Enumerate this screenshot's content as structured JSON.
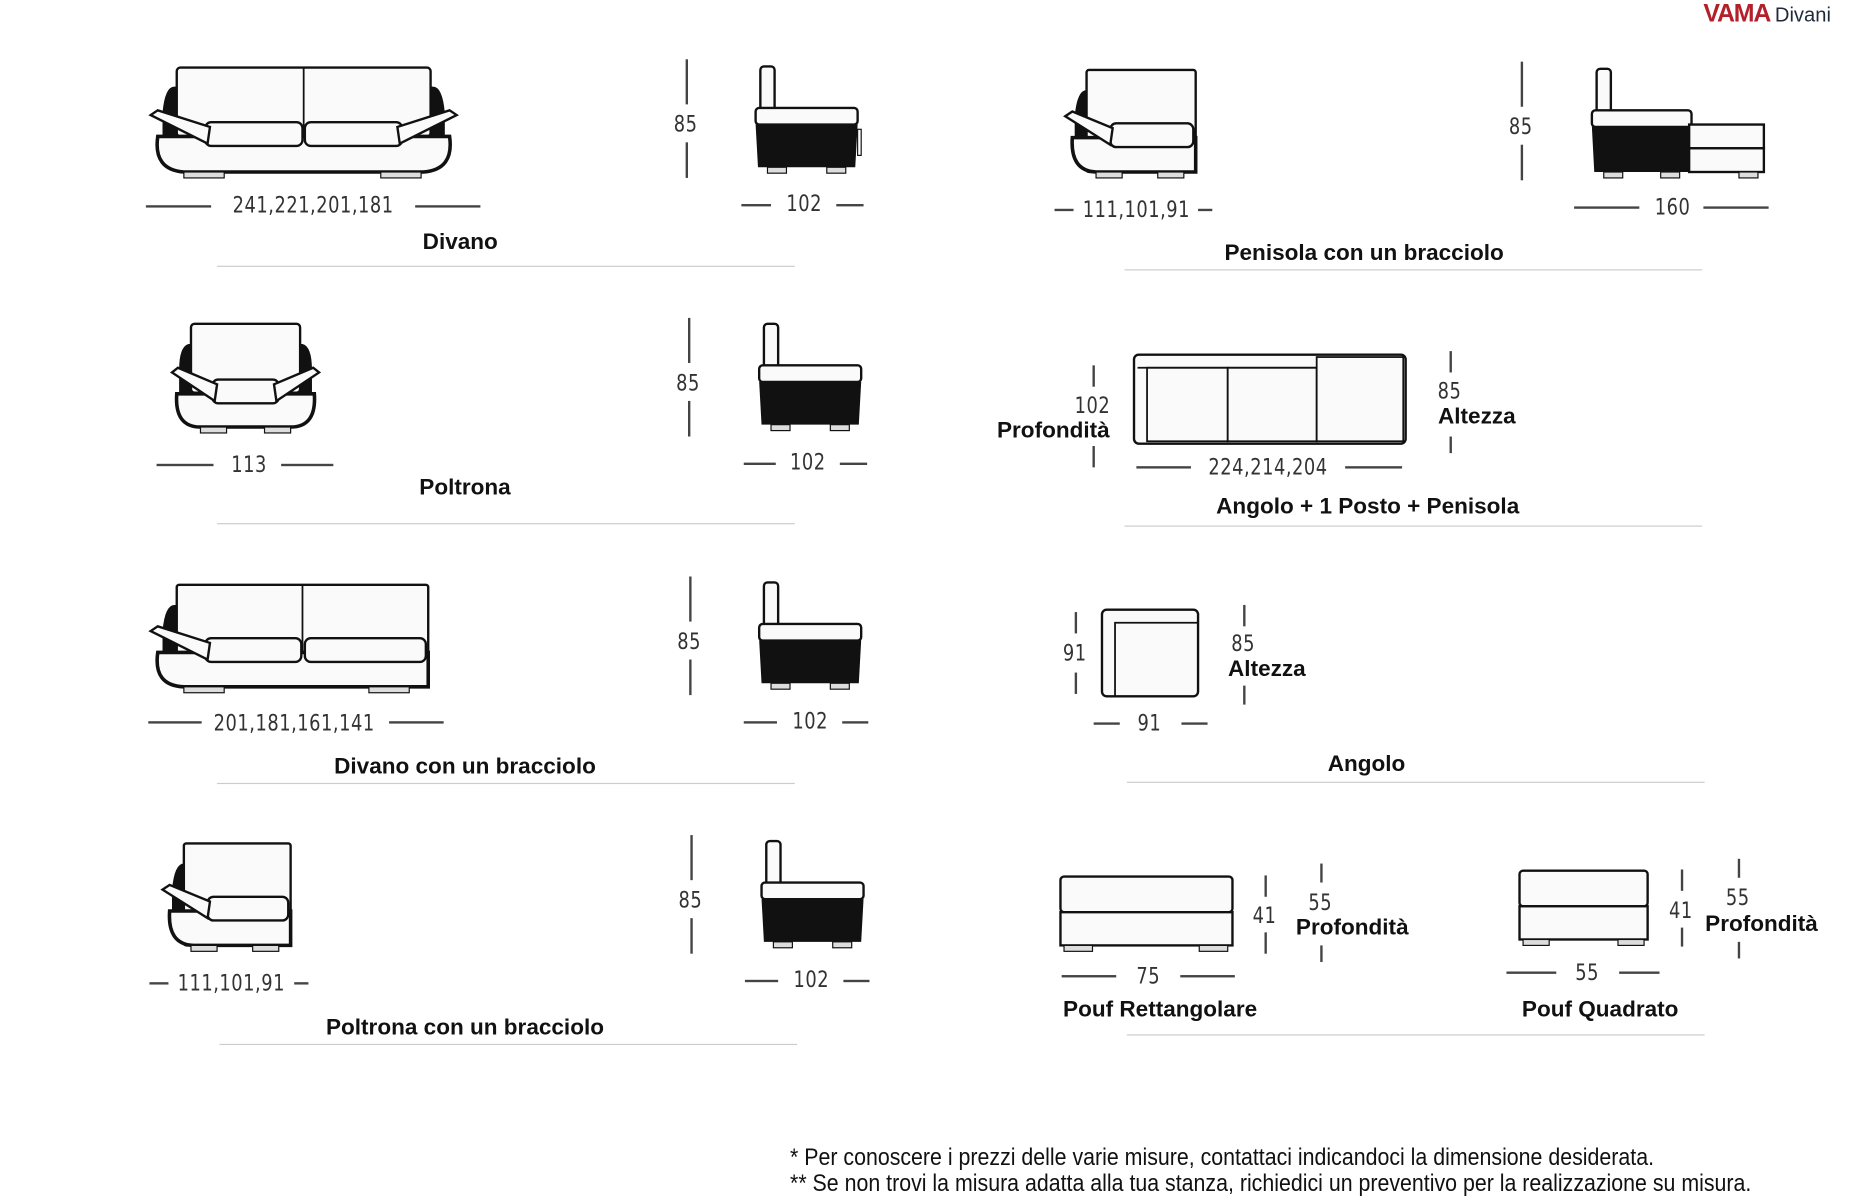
{
  "brand": {
    "name": "VAMA",
    "suffix": "Divani",
    "color": "#b3202a"
  },
  "items": [
    {
      "label": "Divano",
      "width": "241,221,201,181",
      "height": "85",
      "depth": "102"
    },
    {
      "label": "Poltrona",
      "width": "113",
      "height": "85",
      "depth": "102"
    },
    {
      "label": "Divano con un bracciolo",
      "width": "201,181,161,141",
      "height": "85",
      "depth": "102"
    },
    {
      "label": "Poltrona con un bracciolo",
      "width": "111,101,91",
      "height": "85",
      "depth": "102"
    },
    {
      "label": "Penisola con un bracciolo",
      "width": "111,101,91",
      "height": "85",
      "depth": "160"
    },
    {
      "label": "Angolo + 1 Posto + Penisola",
      "width": "224,214,204",
      "height": "85",
      "height_label": "Altezza",
      "depth": "102",
      "depth_label": "Profondità"
    },
    {
      "label": "Angolo",
      "width": "91",
      "height": "85",
      "height_label": "Altezza",
      "depth": "91"
    },
    {
      "label": "Pouf Rettangolare",
      "width": "75",
      "height": "41",
      "depth": "55",
      "depth_label": "Profondità"
    },
    {
      "label": "Pouf Quadrato",
      "width": "55",
      "height": "41",
      "depth": "55",
      "depth_label": "Profondità"
    }
  ],
  "notes": [
    "* Per conoscere i prezzi delle varie misure, contattaci indicandoci la dimensione desiderata.",
    "** Se non trovi la misura adatta alla tua stanza, richiedici un preventivo per la realizzazione su misura."
  ]
}
